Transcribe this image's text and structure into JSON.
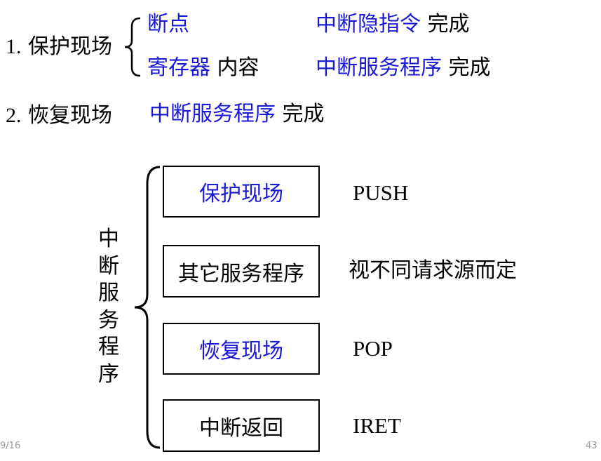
{
  "section1": {
    "number": "1.",
    "title": "保护现场",
    "row1": {
      "a_blue": "断点",
      "b_blue": "中断隐指令",
      "b_black": "完成"
    },
    "row2": {
      "a_blue": "寄存器",
      "a_black": "内容",
      "b_blue": "中断服务程序",
      "b_black": "完成"
    }
  },
  "section2": {
    "number": "2.",
    "title": "恢复现场",
    "desc_blue": "中断服务程序",
    "desc_black": "完成"
  },
  "diagram": {
    "vertical_label": [
      "中",
      "断",
      "服",
      "务",
      "程",
      "序"
    ],
    "steps": [
      {
        "label": "保护现场",
        "note": "PUSH",
        "label_color": "blue"
      },
      {
        "label": "其它服务程序",
        "note": "视不同请求源而定",
        "label_color": "black"
      },
      {
        "label": "恢复现场",
        "note": "POP",
        "label_color": "blue"
      },
      {
        "label": "中断返回",
        "note": "IRET",
        "label_color": "black"
      }
    ]
  },
  "footer": {
    "date_fragment": "9/16",
    "page_number": "43"
  },
  "colors": {
    "accent_blue": "#1a1ad6",
    "text": "#000000"
  }
}
